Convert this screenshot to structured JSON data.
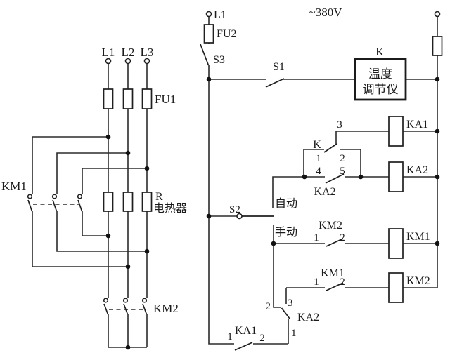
{
  "diagram_type": "electrical-schematic",
  "colors": {
    "line": "#2b2b2b",
    "background": "#ffffff"
  },
  "power": {
    "phases": [
      "L1",
      "L2",
      "L3"
    ],
    "fuse": "FU1",
    "km1": "KM1",
    "r": "R",
    "heater": "电热器",
    "km2": "KM2"
  },
  "control": {
    "l1": "L1",
    "voltage": "~380V",
    "fu2": "FU2",
    "s3": "S3",
    "s1": "S1",
    "k_tag": "K",
    "controller_line1": "温度",
    "controller_line2": "调节仪",
    "t3": "3",
    "ka1_coil": "KA1",
    "k_contact": "K",
    "k_t1": "1",
    "k_t2": "2",
    "k_t4": "4",
    "k_t5": "5",
    "ka2_aux": "KA2",
    "ka2_coil": "KA2",
    "s2": "S2",
    "auto": "自动",
    "manual": "手动",
    "km2_nc": "KM2",
    "km2_nc_t1": "1",
    "km2_nc_t2": "2",
    "km1_coil": "KM1",
    "km1_nc": "KM1",
    "km1_nc_t1": "1",
    "km1_nc_t2": "2",
    "km2_coil": "KM2",
    "sel_t2": "2",
    "sel_t3": "3",
    "sel_tag": "KA2",
    "sel_t1": "1",
    "ka1_no": "KA1",
    "ka1_no_t1": "1",
    "ka1_no_t2": "2"
  }
}
